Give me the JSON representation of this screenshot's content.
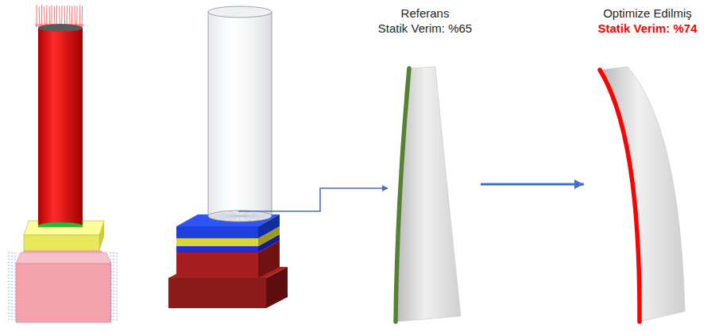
{
  "diagram": {
    "nodes": [
      {
        "text": [
          "Referans",
          "Statik Verim: %65"
        ]
      },
      {
        "text": [
          "Optimize Edilmiş",
          "Statik Verim: %74"
        ]
      }
    ],
    "edges": [
      {
        "from": 0,
        "to": 1,
        "arrow": "to"
      }
    ]
  }
}
